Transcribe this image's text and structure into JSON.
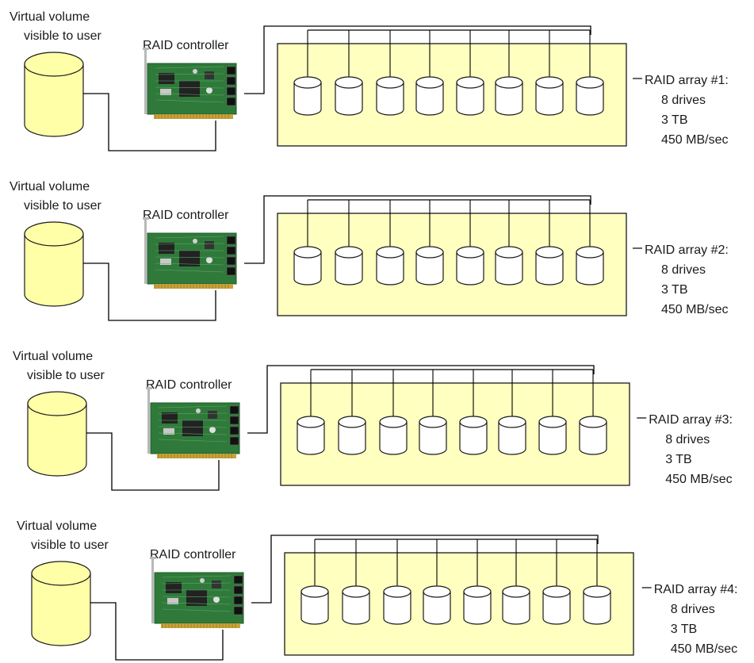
{
  "colors": {
    "enclosure_fill": "#ffffc0",
    "volume_fill": "#ffffa8",
    "drive_fill": "#ffffff",
    "outline": "#1a1a1a",
    "pcb_green": "#2f7a3a",
    "pcb_dark": "#1c5a28",
    "gold_contacts": "#c9a23a",
    "bracket_gray": "#b8b8b8"
  },
  "icons": {
    "virtual_volume": "cylinder-icon",
    "drive": "cylinder-icon",
    "controller": "pci-card-icon"
  },
  "rows": [
    {
      "volume_label": [
        "Virtual volume",
        "visible to user"
      ],
      "controller_label": "RAID controller",
      "array_label": "RAID array #1:",
      "drives_label": "8 drives",
      "capacity_label": "3 TB",
      "throughput_label": "450 MB/sec",
      "drive_count": 8
    },
    {
      "volume_label": [
        "Virtual volume",
        "visible to user"
      ],
      "controller_label": "RAID controller",
      "array_label": "RAID array #2:",
      "drives_label": "8 drives",
      "capacity_label": "3 TB",
      "throughput_label": "450 MB/sec",
      "drive_count": 8
    },
    {
      "volume_label": [
        "Virtual volume",
        "visible to user"
      ],
      "controller_label": "RAID controller",
      "array_label": "RAID array #3:",
      "drives_label": "8 drives",
      "capacity_label": "3 TB",
      "throughput_label": "450 MB/sec",
      "drive_count": 8
    },
    {
      "volume_label": [
        "Virtual volume",
        "visible to user"
      ],
      "controller_label": "RAID controller",
      "array_label": "RAID array #4:",
      "drives_label": "8 drives",
      "capacity_label": "3 TB",
      "throughput_label": "450 MB/sec",
      "drive_count": 8
    }
  ]
}
